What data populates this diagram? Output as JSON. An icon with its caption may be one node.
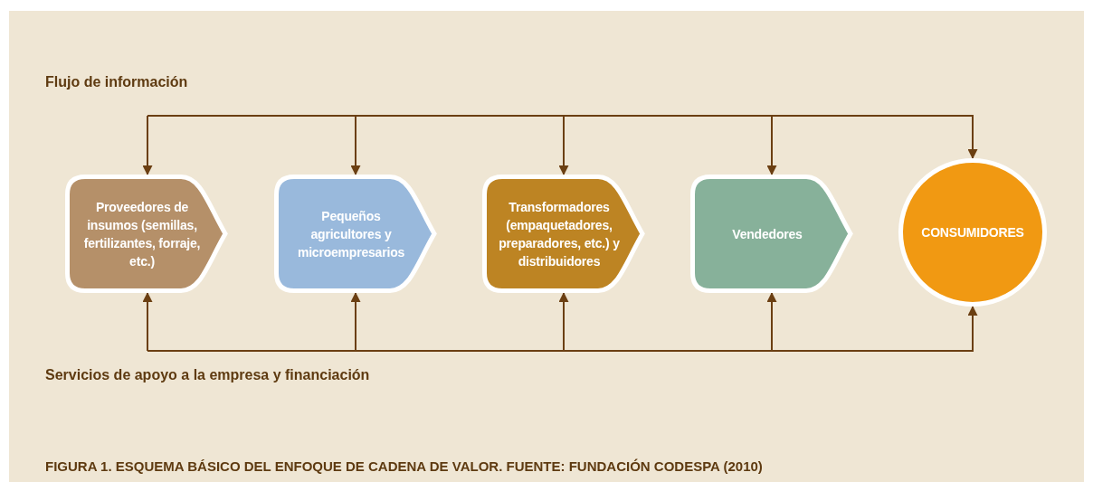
{
  "diagram": {
    "caption": "FIGURA 1. ESQUEMA BÁSICO DEL ENFOQUE DE CADENA DE VALOR. FUENTE: FUNDACIÓN CODESPA (2010)",
    "nodes": [
      {
        "text": [
          "Proveedores de insumos (semillas, fertilizantes, forraje, etc.)"
        ]
      },
      {
        "text": [
          "Pequeños agricultores y microempresarios"
        ]
      },
      {
        "text": [
          "Transformadores (empaquetadores, preparadores, etc.) y distribuidores"
        ]
      },
      {
        "text": [
          "Vendedores"
        ]
      },
      {
        "text": [
          "CONSUMIDORES"
        ]
      }
    ],
    "edges": [
      {
        "from": null,
        "to": 0,
        "arrow": "to"
      },
      {
        "from": null,
        "to": 1,
        "arrow": "to"
      },
      {
        "from": null,
        "to": 2,
        "arrow": "to"
      },
      {
        "from": null,
        "to": 3,
        "arrow": "to"
      },
      {
        "from": null,
        "to": 4,
        "arrow": "to"
      },
      {
        "from": null,
        "to": 0,
        "arrow": "to"
      },
      {
        "from": null,
        "to": 1,
        "arrow": "to"
      },
      {
        "from": null,
        "to": 2,
        "arrow": "to"
      },
      {
        "from": null,
        "to": 3,
        "arrow": "to"
      },
      {
        "from": null,
        "to": 4,
        "arrow": "to"
      }
    ],
    "labels": [
      "Flujo de información",
      "Servicios de apoyo a la empresa y financiación"
    ]
  }
}
